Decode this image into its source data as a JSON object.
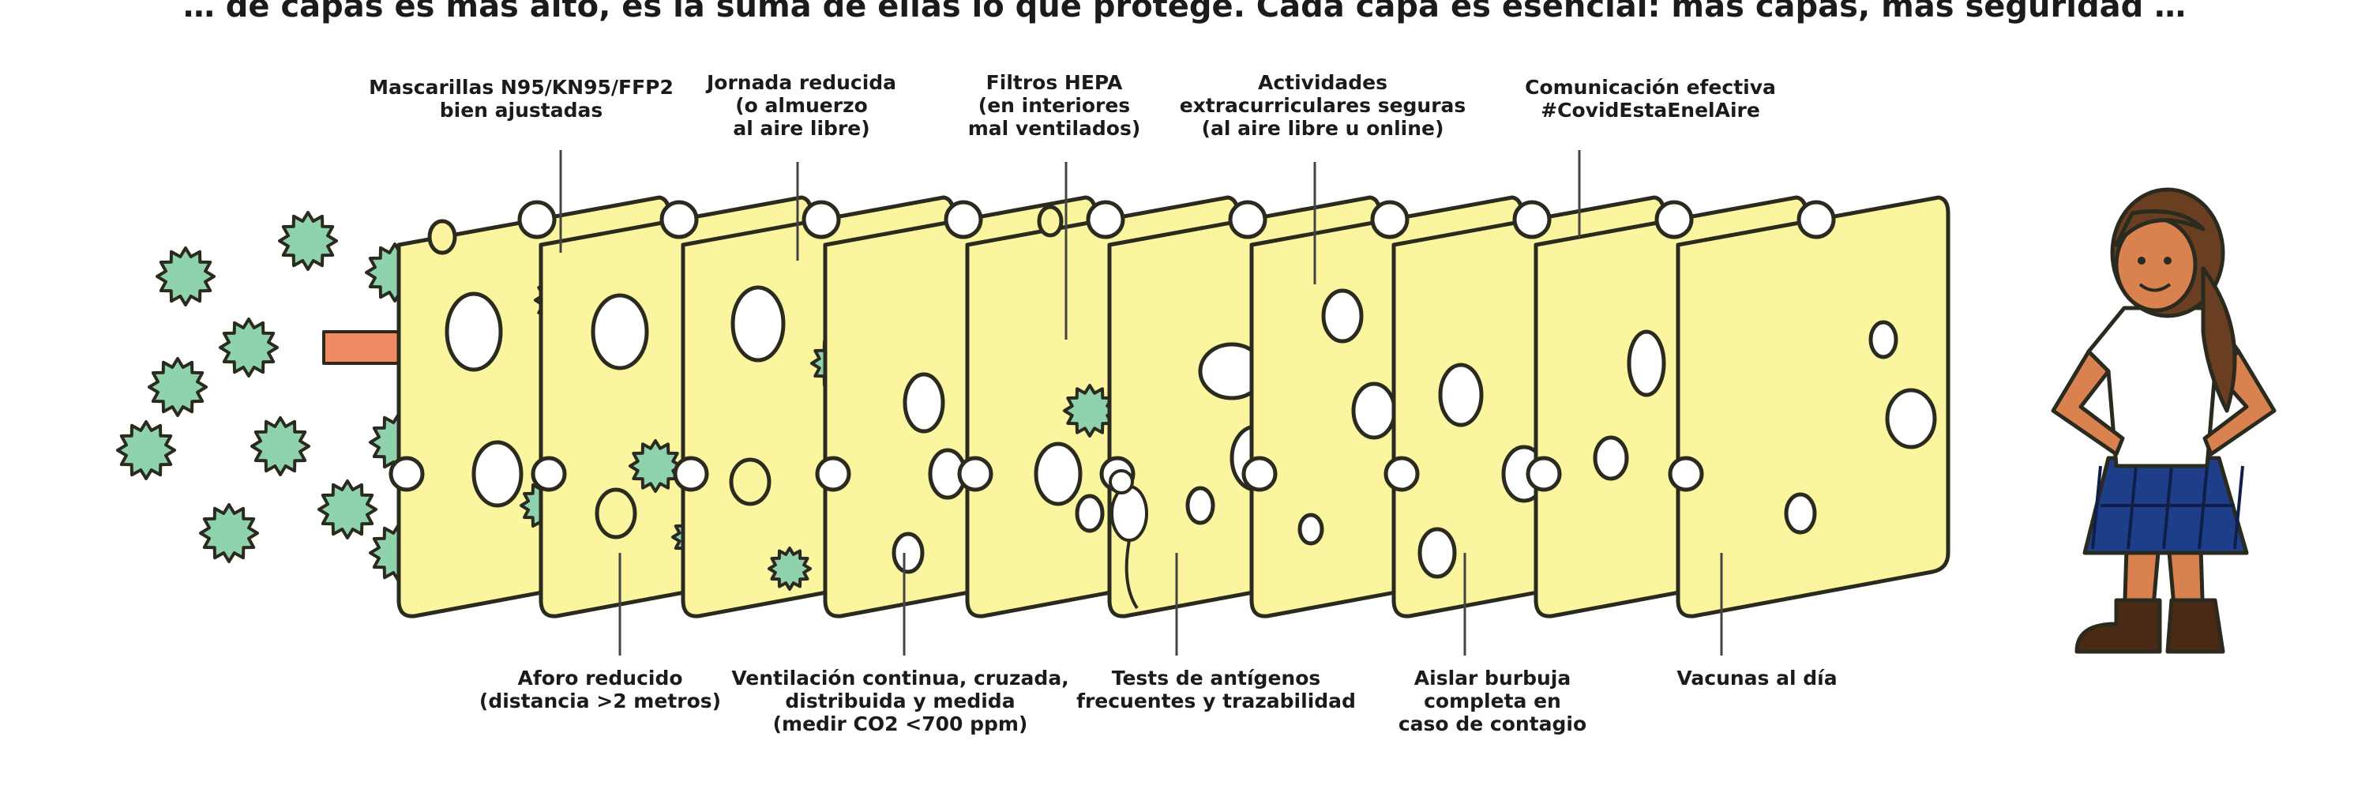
{
  "header_fragment": "… de capas es más alto, es la suma de ellas lo que protege. Cada capa es esencial: más capas, más seguridad …",
  "layers": [
    {
      "id": "masks",
      "label": "Mascarillas N95/KN95/FFP2\nbien ajustadas",
      "position": "top"
    },
    {
      "id": "capacity",
      "label": "Aforo reducido\n(distancia >2 metros)",
      "position": "bottom"
    },
    {
      "id": "short-day",
      "label": "Jornada reducida\n(o almuerzo\nal aire libre)",
      "position": "top"
    },
    {
      "id": "ventilation",
      "label": "Ventilación continua, cruzada,\ndistribuida y medida\n(medir CO2 <700 ppm)",
      "position": "bottom"
    },
    {
      "id": "hepa",
      "label": "Filtros HEPA\n(en interiores\nmal ventilados)",
      "position": "top"
    },
    {
      "id": "tests",
      "label": "Tests de antígenos\nfrecuentes y trazabilidad",
      "position": "bottom"
    },
    {
      "id": "activities",
      "label": "Actividades\nextracurriculares seguras\n(al aire libre u online)",
      "position": "top"
    },
    {
      "id": "bubble",
      "label": "Aislar burbuja\ncompleta en\ncaso de contagio",
      "position": "bottom"
    },
    {
      "id": "communication",
      "label": "Comunicación efectiva\n#CovidEstaEnelAire",
      "position": "top"
    },
    {
      "id": "vaccines",
      "label": "Vacunas al día",
      "position": "bottom"
    }
  ],
  "colors": {
    "cheese": "#fbf5a0",
    "outline": "#2a2a1e",
    "virus": "#8ed3ad",
    "arrow": "#f08a63",
    "skirt": "#1f3e8a",
    "hair": "#6a3f21",
    "skin": "#d98250",
    "shirt": "#ffffff",
    "shoes": "#4a2a14"
  },
  "icons": [
    "virus-icon",
    "arrow-icon",
    "cheese-slice-icon",
    "mouse-icon",
    "girl-icon"
  ]
}
